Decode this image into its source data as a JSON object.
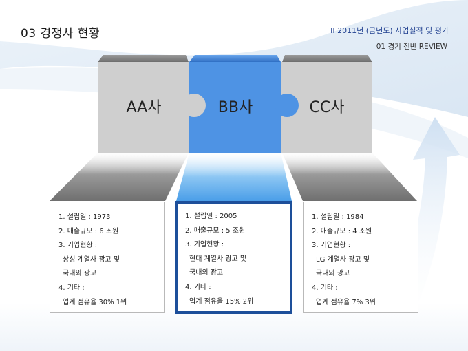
{
  "header": {
    "title": "03  경쟁사 현황",
    "section": "II   2011년 (금년도) 사업실적 및 평가",
    "subsection": "01  경기 전반 REVIEW"
  },
  "companies": [
    {
      "name": "AA사",
      "lines": [
        "1.  설립일 : 1973",
        "2.  매출규모 : 6 조원",
        "3.  기업현황 :",
        "상성 계열사 광고 및",
        "국내외 광고",
        "4.  기타 :",
        "업계 점유율 30% 1위"
      ]
    },
    {
      "name": "BB사",
      "lines": [
        "1.  설립일 : 2005",
        "2.  매출규모 : 5 조원",
        "3.  기업현황 :",
        "현대 계열사 광고 및",
        "국내외 광고",
        "4.  기타 :",
        "업계 점유율 15% 2위"
      ]
    },
    {
      "name": "CC사",
      "lines": [
        "1.  설립일 : 1984",
        "2.  매출규모 : 4 조원",
        "3.  기업현황 :",
        "LG 계열사 광고 및",
        "국내외 광고",
        "4.  기타 :",
        "업계 점유율 7% 3위"
      ]
    }
  ],
  "colors": {
    "accent": "#1d4f9a",
    "puzzle_blue": "#4e93e4",
    "puzzle_gray": "#cfcfcf"
  }
}
